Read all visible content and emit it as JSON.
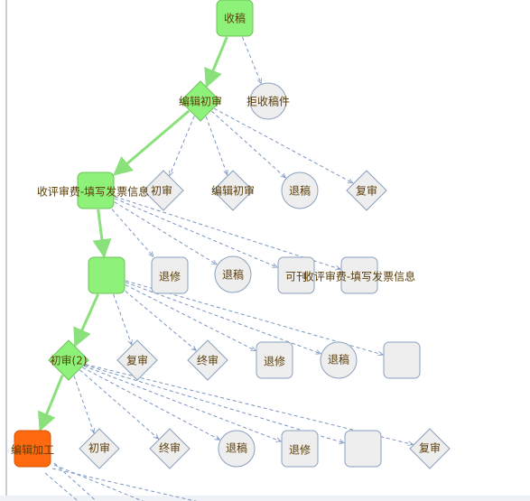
{
  "colors": {
    "done_fill": "#8ef27a",
    "done_stroke": "#6cc25a",
    "current_fill": "#ff6a10",
    "current_stroke": "#d95200",
    "pending_fill": "#eeeeee",
    "pending_stroke": "#8aa0be",
    "flow_edge": "#8ae07a",
    "option_edge": "#7a96c2",
    "label": "#5a3d07"
  },
  "nodes": [
    {
      "id": "n1",
      "shape": "square",
      "state": "done",
      "label": "收稿"
    },
    {
      "id": "n2",
      "shape": "circle",
      "state": "pending",
      "label": "拒收稿件"
    },
    {
      "id": "n3",
      "shape": "diamond",
      "state": "done",
      "label": "编辑初审"
    },
    {
      "id": "n4",
      "shape": "square",
      "state": "done",
      "label": "收评审费-填写发票信息"
    },
    {
      "id": "n5",
      "shape": "diamond",
      "state": "pending",
      "label": "初审"
    },
    {
      "id": "n6",
      "shape": "diamond",
      "state": "pending",
      "label": "编辑初审"
    },
    {
      "id": "n7",
      "shape": "circle",
      "state": "pending",
      "label": "退稿"
    },
    {
      "id": "n8",
      "shape": "diamond",
      "state": "pending",
      "label": "复审"
    },
    {
      "id": "n9",
      "shape": "square",
      "state": "done",
      "label": ""
    },
    {
      "id": "n10",
      "shape": "square",
      "state": "pending",
      "label": "退修"
    },
    {
      "id": "n11",
      "shape": "circle",
      "state": "pending",
      "label": "退稿"
    },
    {
      "id": "n12",
      "shape": "square",
      "state": "pending",
      "label": "可刊"
    },
    {
      "id": "n13",
      "shape": "square",
      "state": "pending",
      "label": "收评审费-填写发票信息"
    },
    {
      "id": "n14",
      "shape": "diamond",
      "state": "done",
      "label": "初审(2)"
    },
    {
      "id": "n15",
      "shape": "diamond",
      "state": "pending",
      "label": "复审"
    },
    {
      "id": "n16",
      "shape": "diamond",
      "state": "pending",
      "label": "终审"
    },
    {
      "id": "n17",
      "shape": "square",
      "state": "pending",
      "label": "退修"
    },
    {
      "id": "n18",
      "shape": "circle",
      "state": "pending",
      "label": "退稿"
    },
    {
      "id": "n19",
      "shape": "square",
      "state": "pending",
      "label": ""
    },
    {
      "id": "n20",
      "shape": "square",
      "state": "current",
      "label": "编辑加工"
    },
    {
      "id": "n21",
      "shape": "diamond",
      "state": "pending",
      "label": "初审"
    },
    {
      "id": "n22",
      "shape": "diamond",
      "state": "pending",
      "label": "终审"
    },
    {
      "id": "n23",
      "shape": "circle",
      "state": "pending",
      "label": "退稿"
    },
    {
      "id": "n24",
      "shape": "square",
      "state": "pending",
      "label": "退修"
    },
    {
      "id": "n25",
      "shape": "square",
      "state": "pending",
      "label": ""
    },
    {
      "id": "n26",
      "shape": "diamond",
      "state": "pending",
      "label": "复审"
    }
  ],
  "edges": [
    {
      "from": "n1",
      "to": "n3",
      "kind": "flow"
    },
    {
      "from": "n1",
      "to": "n2",
      "kind": "option"
    },
    {
      "from": "n3",
      "to": "n4",
      "kind": "flow"
    },
    {
      "from": "n3",
      "to": "n5",
      "kind": "option"
    },
    {
      "from": "n3",
      "to": "n6",
      "kind": "option"
    },
    {
      "from": "n3",
      "to": "n7",
      "kind": "option"
    },
    {
      "from": "n3",
      "to": "n8",
      "kind": "option"
    },
    {
      "from": "n4",
      "to": "n9",
      "kind": "flow"
    },
    {
      "from": "n4",
      "to": "n10",
      "kind": "option"
    },
    {
      "from": "n4",
      "to": "n11",
      "kind": "option"
    },
    {
      "from": "n4",
      "to": "n12",
      "kind": "option"
    },
    {
      "from": "n4",
      "to": "n13",
      "kind": "option"
    },
    {
      "from": "n9",
      "to": "n14",
      "kind": "flow"
    },
    {
      "from": "n9",
      "to": "n15",
      "kind": "option"
    },
    {
      "from": "n9",
      "to": "n16",
      "kind": "option"
    },
    {
      "from": "n9",
      "to": "n17",
      "kind": "option"
    },
    {
      "from": "n9",
      "to": "n18",
      "kind": "option"
    },
    {
      "from": "n9",
      "to": "n19",
      "kind": "option"
    },
    {
      "from": "n14",
      "to": "n20",
      "kind": "flow"
    },
    {
      "from": "n14",
      "to": "n21",
      "kind": "option"
    },
    {
      "from": "n14",
      "to": "n22",
      "kind": "option"
    },
    {
      "from": "n14",
      "to": "n23",
      "kind": "option"
    },
    {
      "from": "n14",
      "to": "n24",
      "kind": "option"
    },
    {
      "from": "n14",
      "to": "n25",
      "kind": "option"
    },
    {
      "from": "n14",
      "to": "n26",
      "kind": "option"
    }
  ]
}
